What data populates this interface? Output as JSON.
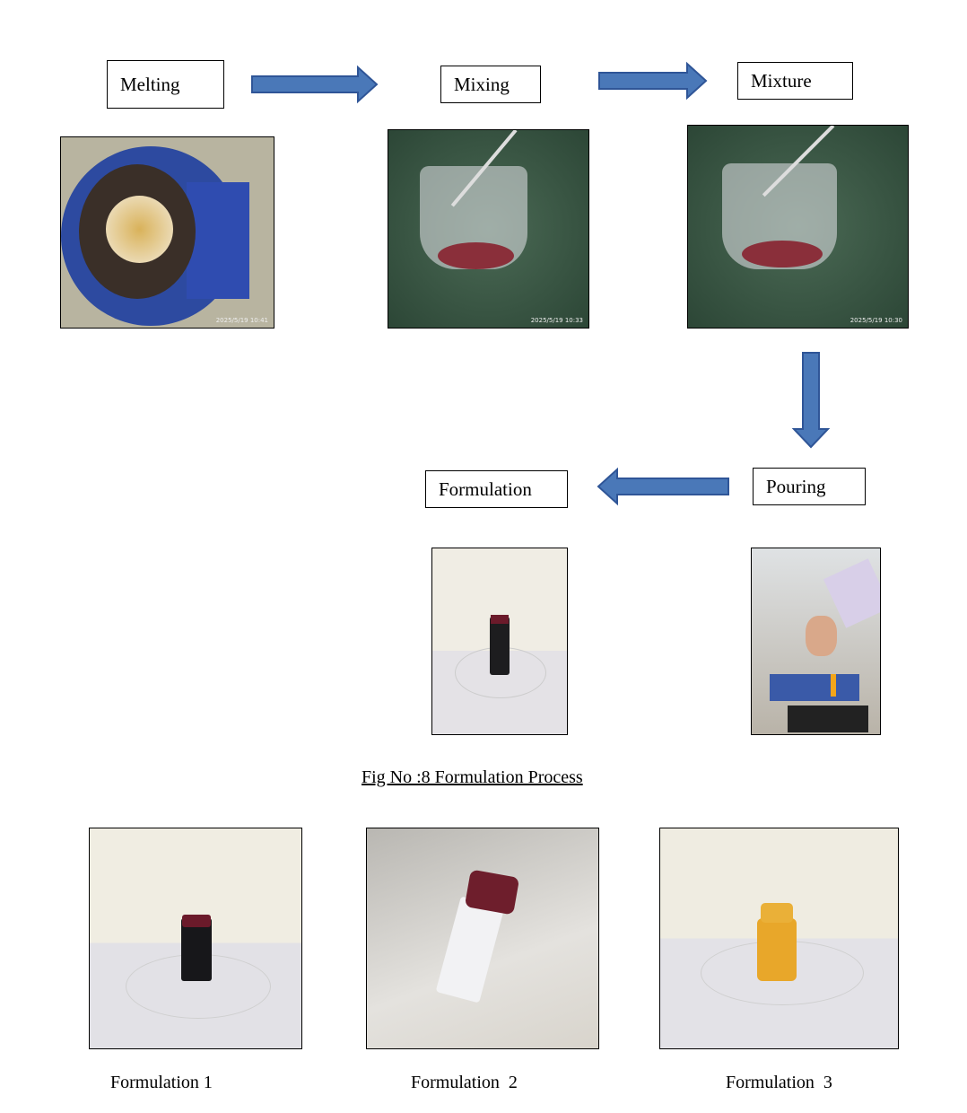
{
  "flow": {
    "steps": [
      {
        "label": "Melting",
        "timestamp": "2025/5/19 10:41"
      },
      {
        "label": "Mixing",
        "timestamp": "2025/5/19 10:33"
      },
      {
        "label": "Mixture",
        "timestamp": "2025/5/19 10:30"
      },
      {
        "label": "Pouring"
      },
      {
        "label": "Formulation"
      }
    ],
    "arrow_color": "#4a78b8"
  },
  "figure_caption": "Fig No :8 Formulation Process",
  "formulations": [
    "Formulation 1",
    "Formulation  2",
    "Formulation  3"
  ]
}
